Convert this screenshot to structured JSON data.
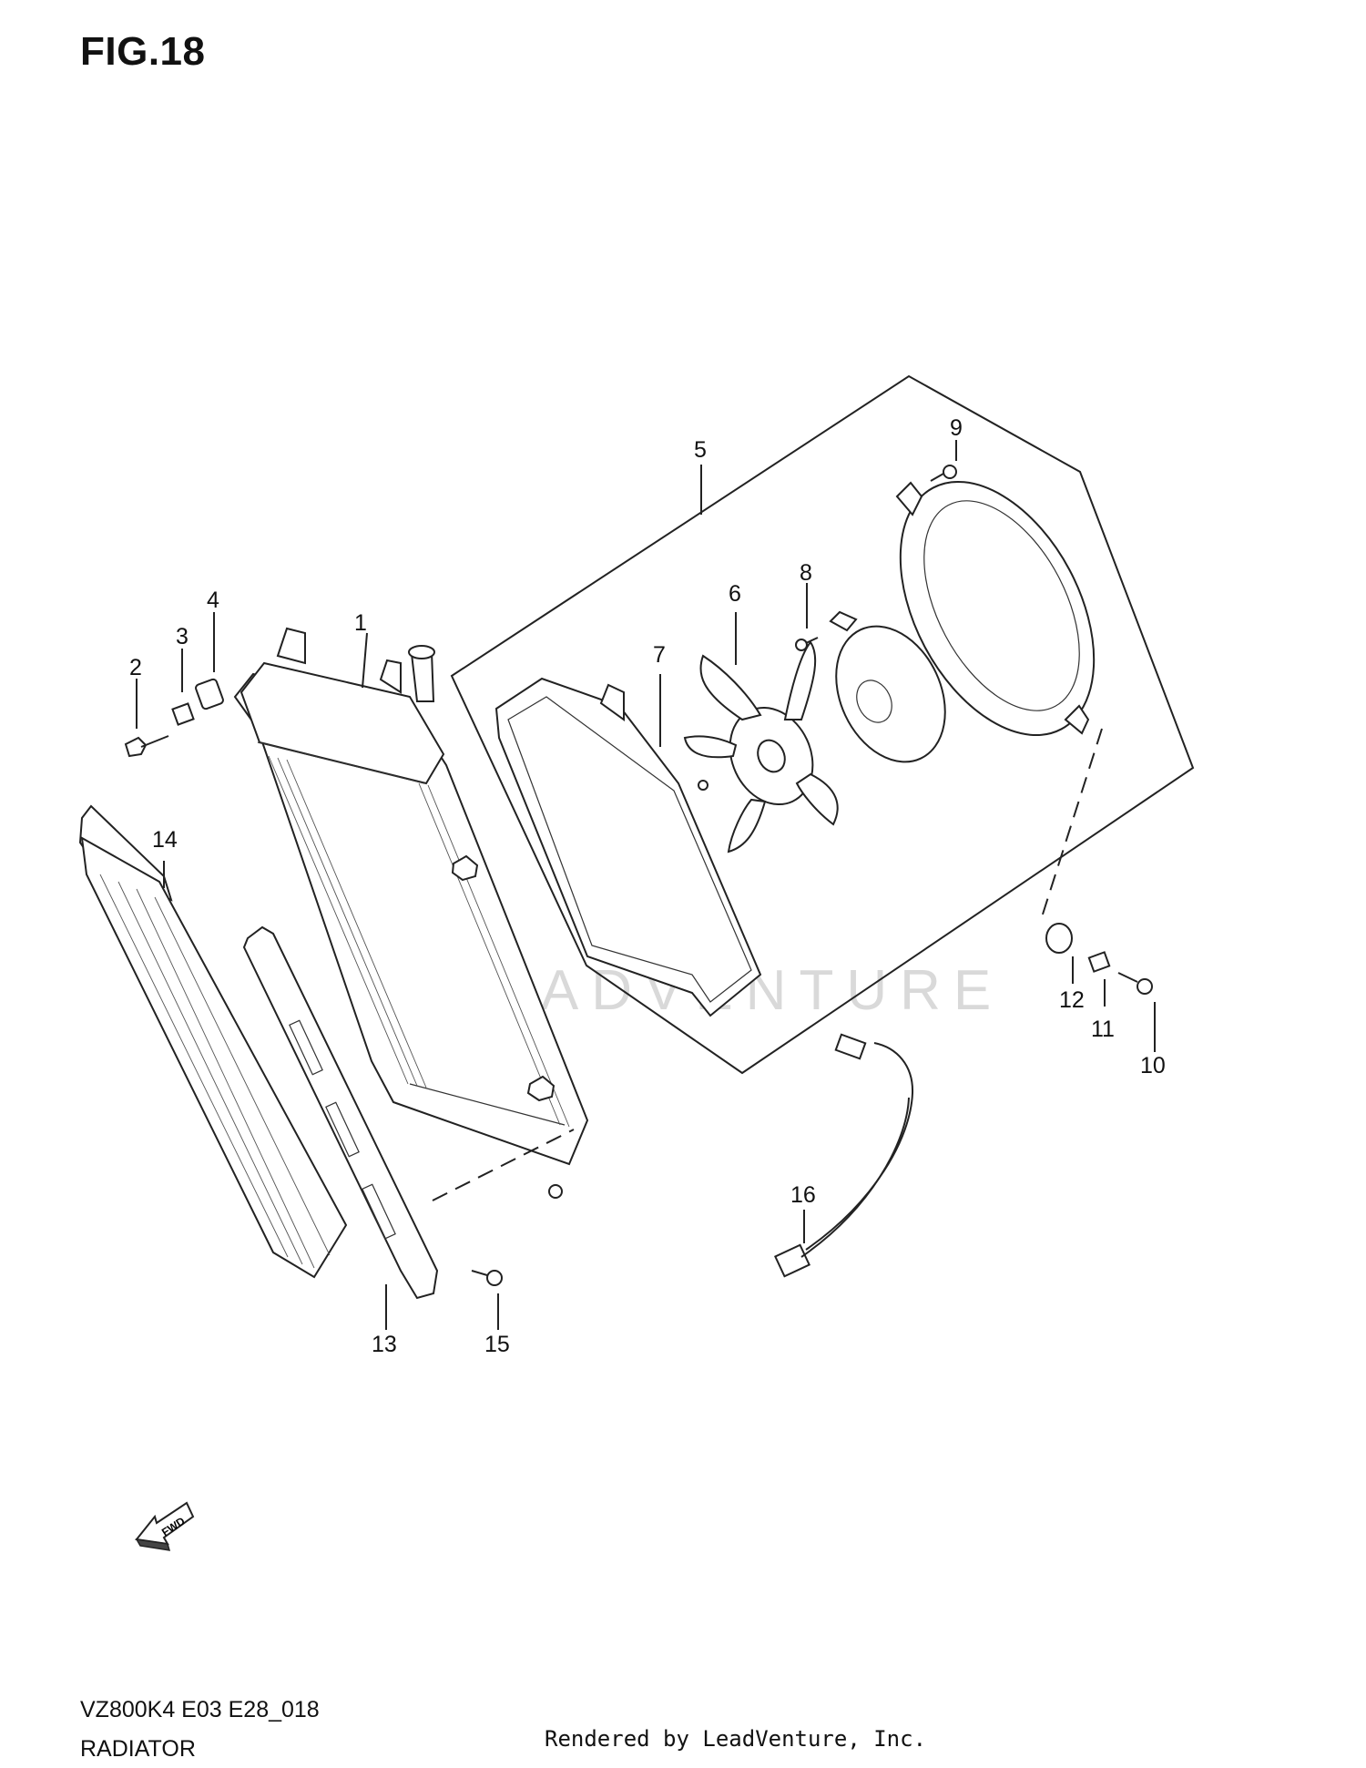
{
  "figure": {
    "title": "FIG.18"
  },
  "callouts": [
    "1",
    "2",
    "3",
    "4",
    "5",
    "6",
    "7",
    "8",
    "9",
    "10",
    "11",
    "12",
    "13",
    "14",
    "15",
    "16"
  ],
  "fwd_arrow": {
    "label": "FWD",
    "icon": "fwd-arrow-icon"
  },
  "watermark": "LEADVENTURE",
  "footer": {
    "model_code": "VZ800K4 E03 E28_018",
    "section": "RADIATOR",
    "credit": "Rendered by LeadVenture, Inc."
  }
}
